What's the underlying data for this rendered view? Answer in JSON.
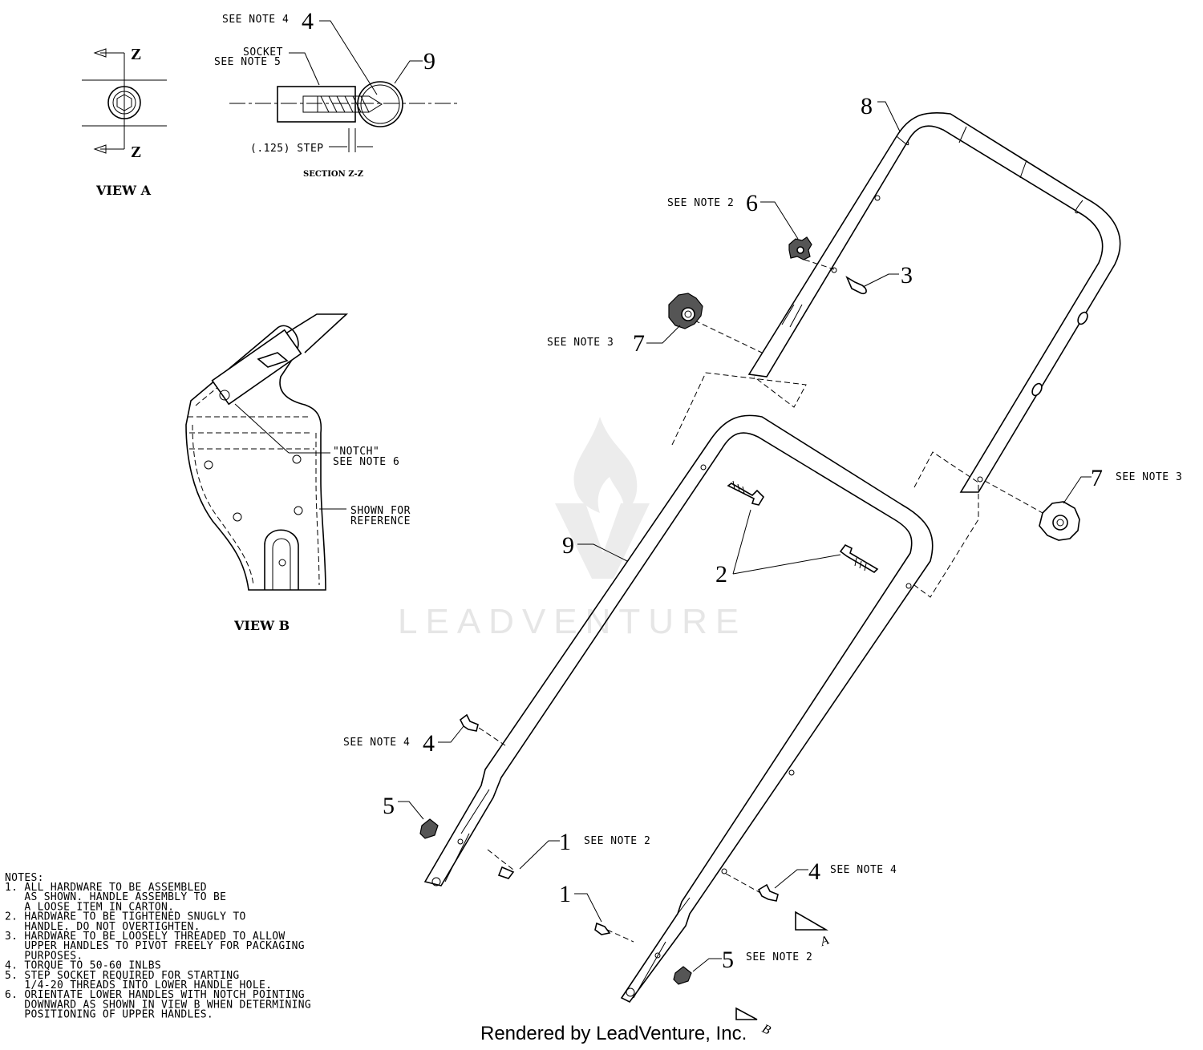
{
  "view_a": {
    "title": "VIEW  A",
    "z_top": "Z",
    "z_bottom": "Z"
  },
  "section_zz": {
    "title": "SECTION  Z-Z",
    "see_note_4": "SEE NOTE 4",
    "socket": "SOCKET",
    "see_note_5": "SEE NOTE 5",
    "callout_4": "4",
    "callout_9": "9",
    "step": "(.125) STEP"
  },
  "view_b": {
    "title": "VIEW  B",
    "notch": "\"NOTCH\"",
    "see_note_6": "SEE NOTE 6",
    "shown_for": "SHOWN FOR",
    "reference": "REFERENCE"
  },
  "callouts": [
    {
      "id": "8",
      "num": "8",
      "note": ""
    },
    {
      "id": "6",
      "num": "6",
      "note": "SEE NOTE 2"
    },
    {
      "id": "3",
      "num": "3",
      "note": ""
    },
    {
      "id": "7a",
      "num": "7",
      "note": "SEE NOTE 3"
    },
    {
      "id": "7b",
      "num": "7",
      "note": "SEE NOTE 3"
    },
    {
      "id": "9",
      "num": "9",
      "note": ""
    },
    {
      "id": "2",
      "num": "2",
      "note": ""
    },
    {
      "id": "4a",
      "num": "4",
      "note": "SEE NOTE 4"
    },
    {
      "id": "5a",
      "num": "5",
      "note": ""
    },
    {
      "id": "1a",
      "num": "1",
      "note": "SEE NOTE 2"
    },
    {
      "id": "4b",
      "num": "4",
      "note": "SEE NOTE 4"
    },
    {
      "id": "1b",
      "num": "1",
      "note": ""
    },
    {
      "id": "5b",
      "num": "5",
      "note": "SEE NOTE 2"
    }
  ],
  "view_markers": {
    "a": "A",
    "b": "B"
  },
  "notes": {
    "heading": "NOTES:",
    "lines": [
      "1. ALL HARDWARE TO BE ASSEMBLED",
      "   AS SHOWN. HANDLE ASSEMBLY TO BE",
      "   A LOOSE ITEM IN CARTON.",
      "2. HARDWARE TO BE TIGHTENED SNUGLY TO",
      "   HANDLE. DO NOT OVERTIGHTEN.",
      "3. HARDWARE TO BE LOOSELY THREADED TO ALLOW",
      "   UPPER HANDLES TO PIVOT FREELY FOR PACKAGING",
      "   PURPOSES.",
      "4. TORQUE TO 50-60 INLBS",
      "5. STEP SOCKET REQUIRED FOR STARTING",
      "   1/4-20 THREADS INTO LOWER HANDLE HOLE.",
      "6. ORIENTATE LOWER HANDLES WITH NOTCH POINTING",
      "   DOWNWARD AS SHOWN IN VIEW B WHEN DETERMINING",
      "   POSITIONING OF UPPER HANDLES."
    ]
  },
  "watermark": "LEADVENTURE",
  "footer": "Rendered by LeadVenture, Inc."
}
